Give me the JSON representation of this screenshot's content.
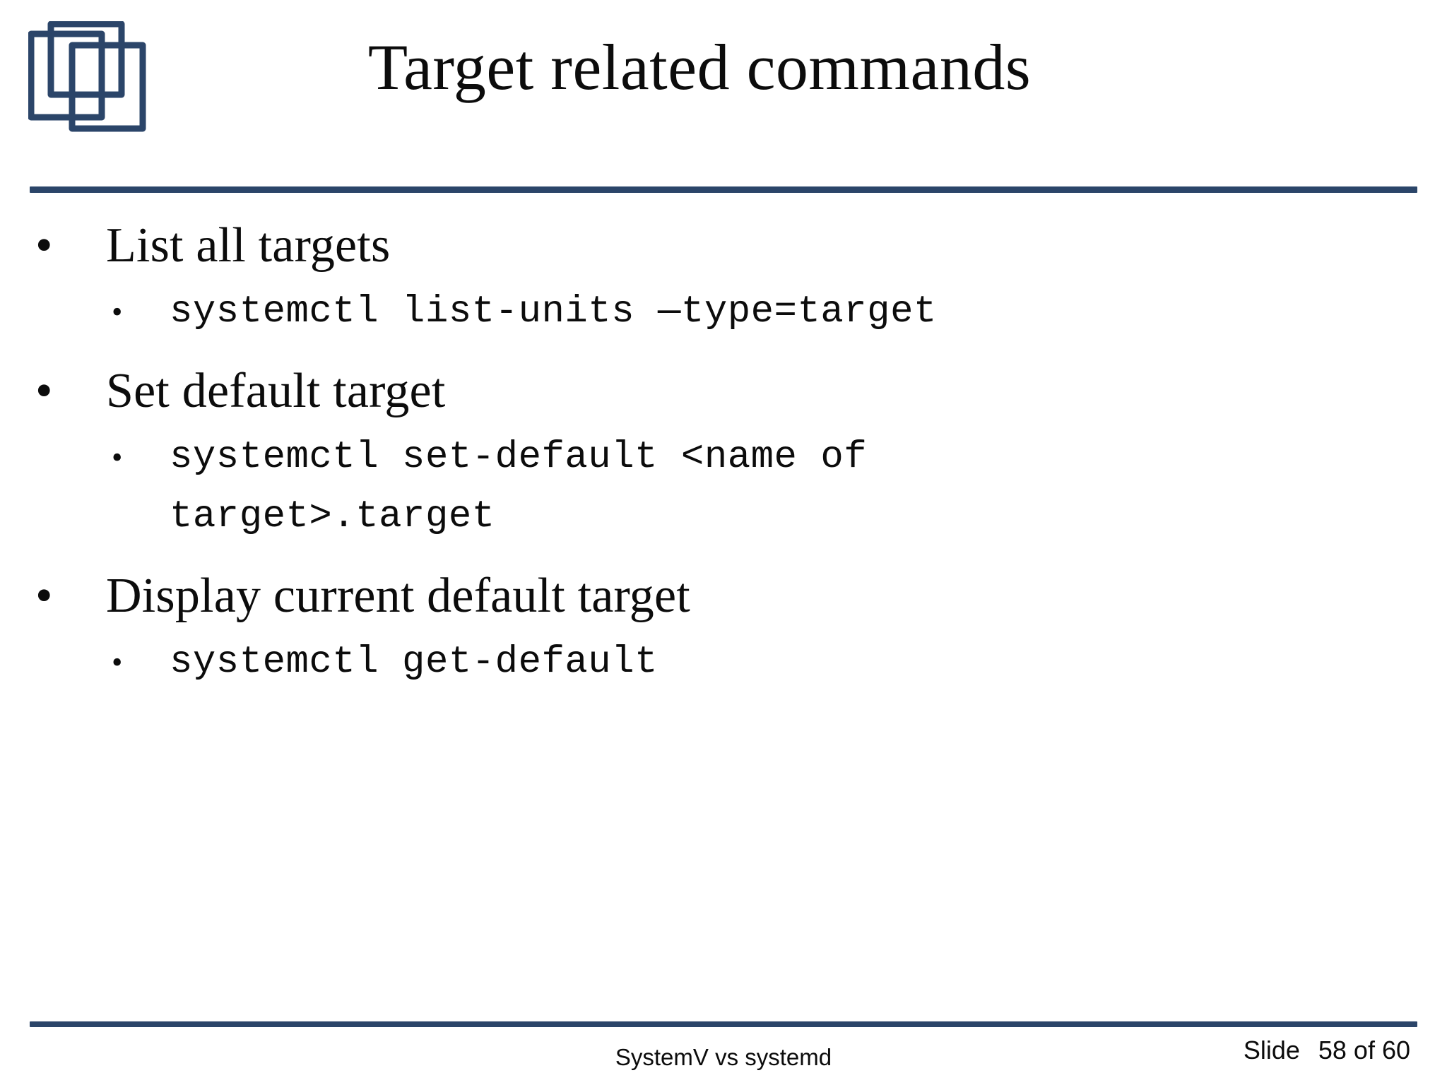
{
  "slide": {
    "title": "Target related commands",
    "accent_color": "#2b4569",
    "text_color": "#0c0c0c",
    "background_color": "#ffffff"
  },
  "logo": {
    "name": "three-overlapping-squares-logo",
    "color": "#2b4569"
  },
  "body": {
    "items": [
      {
        "bullet": "•",
        "text": "List all targets",
        "children": [
          {
            "bullet": "•",
            "text": "systemctl list-units —type=target"
          }
        ]
      },
      {
        "bullet": "•",
        "text": "Set default target",
        "children": [
          {
            "bullet": "•",
            "text": "systemctl set-default <name of target>.target"
          }
        ]
      },
      {
        "bullet": "•",
        "text": "Display current default target",
        "children": [
          {
            "bullet": "•",
            "text": "systemctl get-default"
          }
        ]
      }
    ]
  },
  "footer": {
    "center_text": "SystemV vs systemd",
    "slide_label": "Slide",
    "slide_number": "58 of 60",
    "current_slide": 58,
    "total_slides": 60
  }
}
